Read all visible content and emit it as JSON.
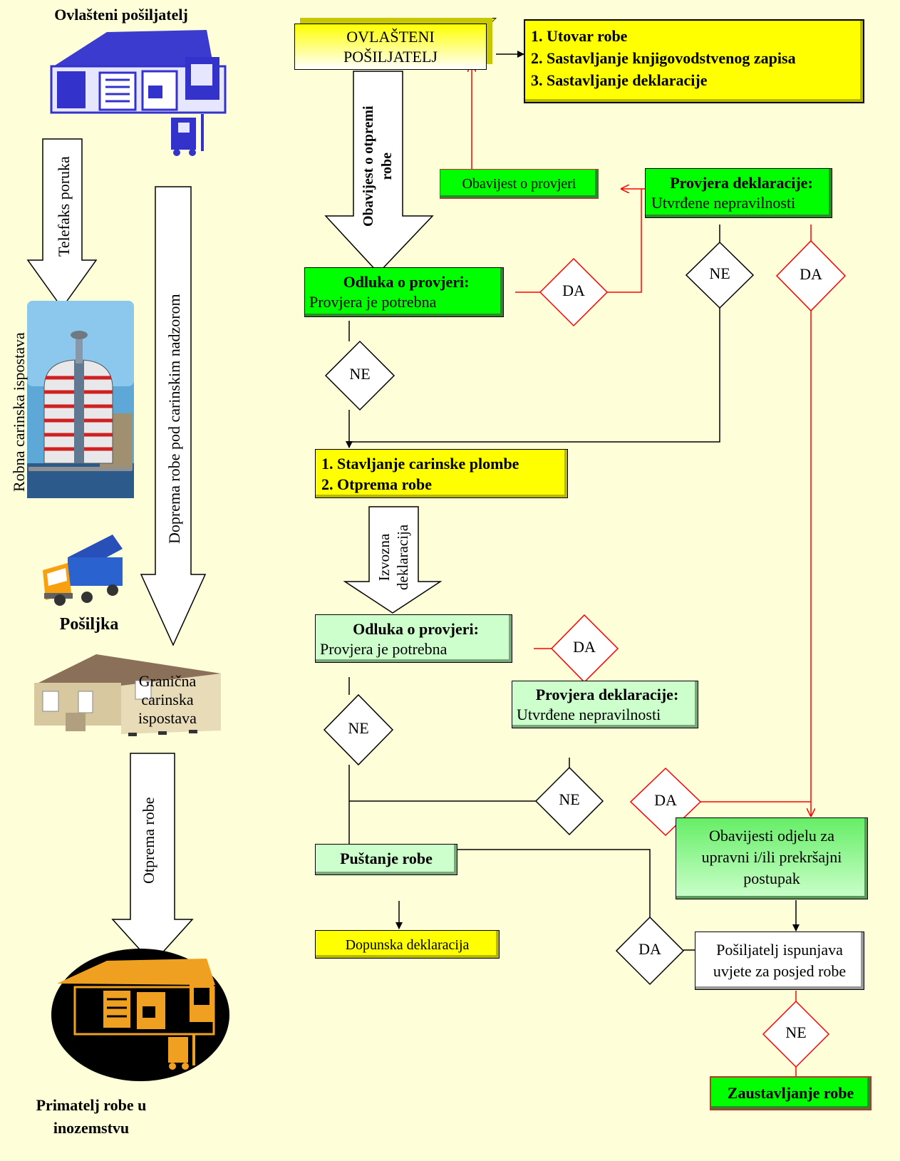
{
  "left": {
    "sender_title": "Ovlašteni pošiljatelj",
    "telefax": "Telefaks poruka",
    "customs_office": "Robna carinska ispostava",
    "transport": "Doprema robe pod carinskim nadzorom",
    "shipment": "Pošiljka",
    "border_office": [
      "Granična",
      "carinska",
      "ispostava"
    ],
    "dispatch": "Otprema robe",
    "recipient": [
      "Primatelj robe u",
      "inozemstvu"
    ]
  },
  "flow": {
    "sender_box": [
      "OVLAŠTENI",
      "POŠILJATELJ"
    ],
    "steps_box": [
      "1.  Utovar robe",
      "2.  Sastavljanje knjigovodstvenog zapisa",
      "3.  Sastavljanje deklaracije"
    ],
    "notice_arrow": [
      "Obavijest o otpremi",
      "robe"
    ],
    "check_notice": "Obavijest o provjeri",
    "decl_check_top": {
      "title": "Provjera deklaracije:",
      "text": "Utvrđene nepravilnosti"
    },
    "decision1": {
      "title": "Odluka o provjeri:",
      "text": "Provjera je potrebna"
    },
    "seal_box": [
      "1.  Stavljanje carinske plombe",
      "2.  Otprema robe"
    ],
    "export_arrow": [
      "Izvozna",
      "deklaracija"
    ],
    "decision2": {
      "title": "Odluka o provjeri:",
      "text": "Provjera je potrebna"
    },
    "decl_check_mid": {
      "title": "Provjera deklaracije:",
      "text": "Utvrđene nepravilnosti"
    },
    "release": "Puštanje robe",
    "supplementary": "Dopunska deklaracija",
    "notify_dept": [
      "Obavijesti odjelu za",
      "upravni i/ili prekršajni",
      "postupak"
    ],
    "sender_conditions": [
      "Pošiljatelj ispunjava",
      "uvjete za posjed robe"
    ],
    "stop": "Zaustavljanje robe",
    "da": "DA",
    "ne": "NE"
  },
  "colors": {
    "background": "#fefed9",
    "yellow": "#ffff00",
    "green": "#00ff00",
    "light_green": "#ccffcc",
    "red_line": "#ff0000",
    "blue_building": "#3333cc",
    "orange": "#ffa500"
  },
  "icons": [
    "warehouse-icon",
    "office-tower-icon",
    "truck-icon",
    "border-house-icon",
    "recipient-warehouse-icon"
  ]
}
